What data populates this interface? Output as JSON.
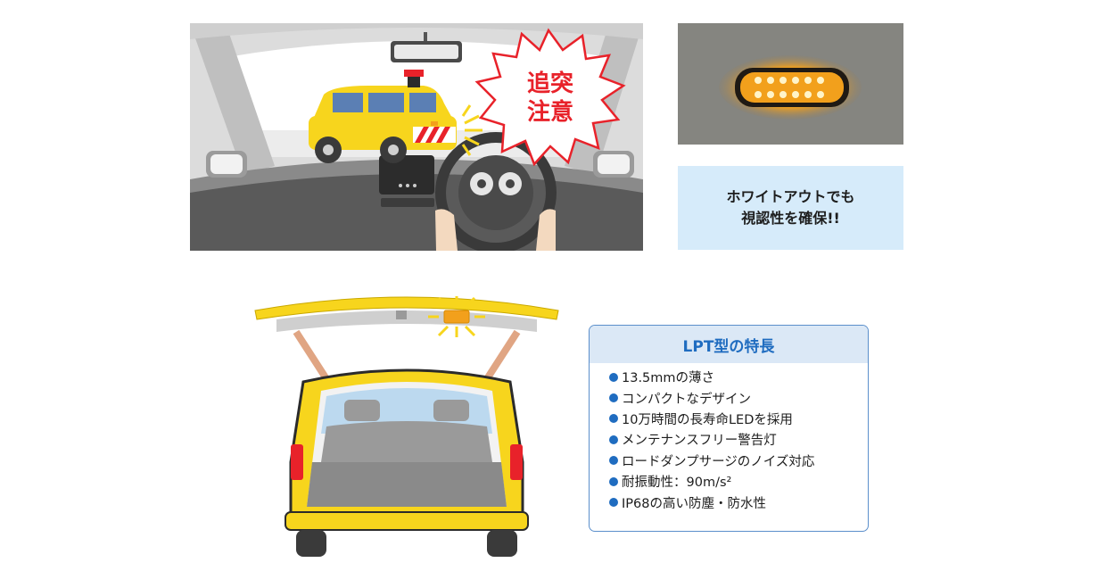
{
  "cockpit": {
    "burst_line1": "追突",
    "burst_line2": "注意"
  },
  "whiteout": {
    "line1": "ホワイトアウトでも",
    "line2": "視認性を確保!!"
  },
  "features": {
    "title": "LPT型の特長",
    "items": [
      "13.5mmの薄さ",
      "コンパクトなデザイン",
      "10万時間の長寿命LEDを採用",
      "メンテナンスフリー警告灯",
      "ロードダンプサージのノイズ対応",
      "耐振動性：90m/s²",
      "IP68の高い防塵・防水性"
    ]
  },
  "colors": {
    "accent_blue": "#1f6cc0",
    "car_yellow": "#f7d51d",
    "warning_red": "#e8222a",
    "led_amber": "#f2a01c"
  }
}
